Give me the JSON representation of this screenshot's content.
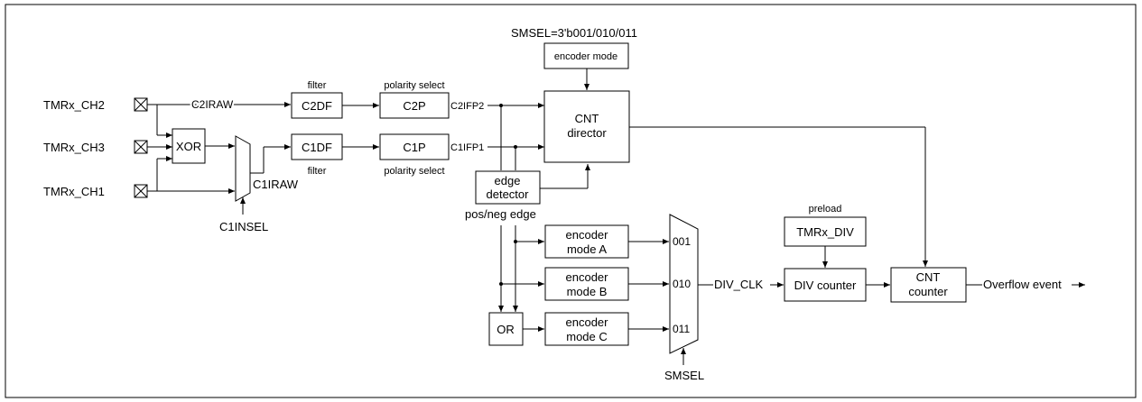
{
  "ports": {
    "ch2": "TMRx_CH2",
    "ch3": "TMRx_CH3",
    "ch1": "TMRx_CH1"
  },
  "signals": {
    "c2iraw": "C2IRAW",
    "c1iraw": "C1IRAW",
    "c1insel": "C1INSEL",
    "c2ifp2": "C2IFP2",
    "c1ifp1": "C1IFP1",
    "pos_neg_edge": "pos/neg edge",
    "smsel": "SMSEL",
    "smsel_values": "SMSEL=3'b001/010/011",
    "div_clk": "DIV_CLK",
    "overflow": "Overflow event"
  },
  "blocks": {
    "xor": "XOR",
    "c2df": "C2DF",
    "c1df": "C1DF",
    "c2p": "C2P",
    "c1p": "C1P",
    "cnt_director_1": "CNT",
    "cnt_director_2": "director",
    "edge_detector_1": "edge",
    "edge_detector_2": "detector",
    "encoder_mode": "encoder mode",
    "enc_a_1": "encoder",
    "enc_a_2": "mode A",
    "enc_b_1": "encoder",
    "enc_b_2": "mode B",
    "enc_c_1": "encoder",
    "enc_c_2": "mode C",
    "or": "OR",
    "tmrx_div": "TMRx_DIV",
    "div_counter": "DIV counter",
    "cnt_counter_1": "CNT",
    "cnt_counter_2": "counter"
  },
  "labels": {
    "filter_top": "filter",
    "filter_bottom": "filter",
    "polarity_top": "polarity select",
    "polarity_bottom": "polarity select",
    "preload": "preload"
  },
  "mux_inputs": {
    "in1": "001",
    "in2": "010",
    "in3": "011"
  }
}
